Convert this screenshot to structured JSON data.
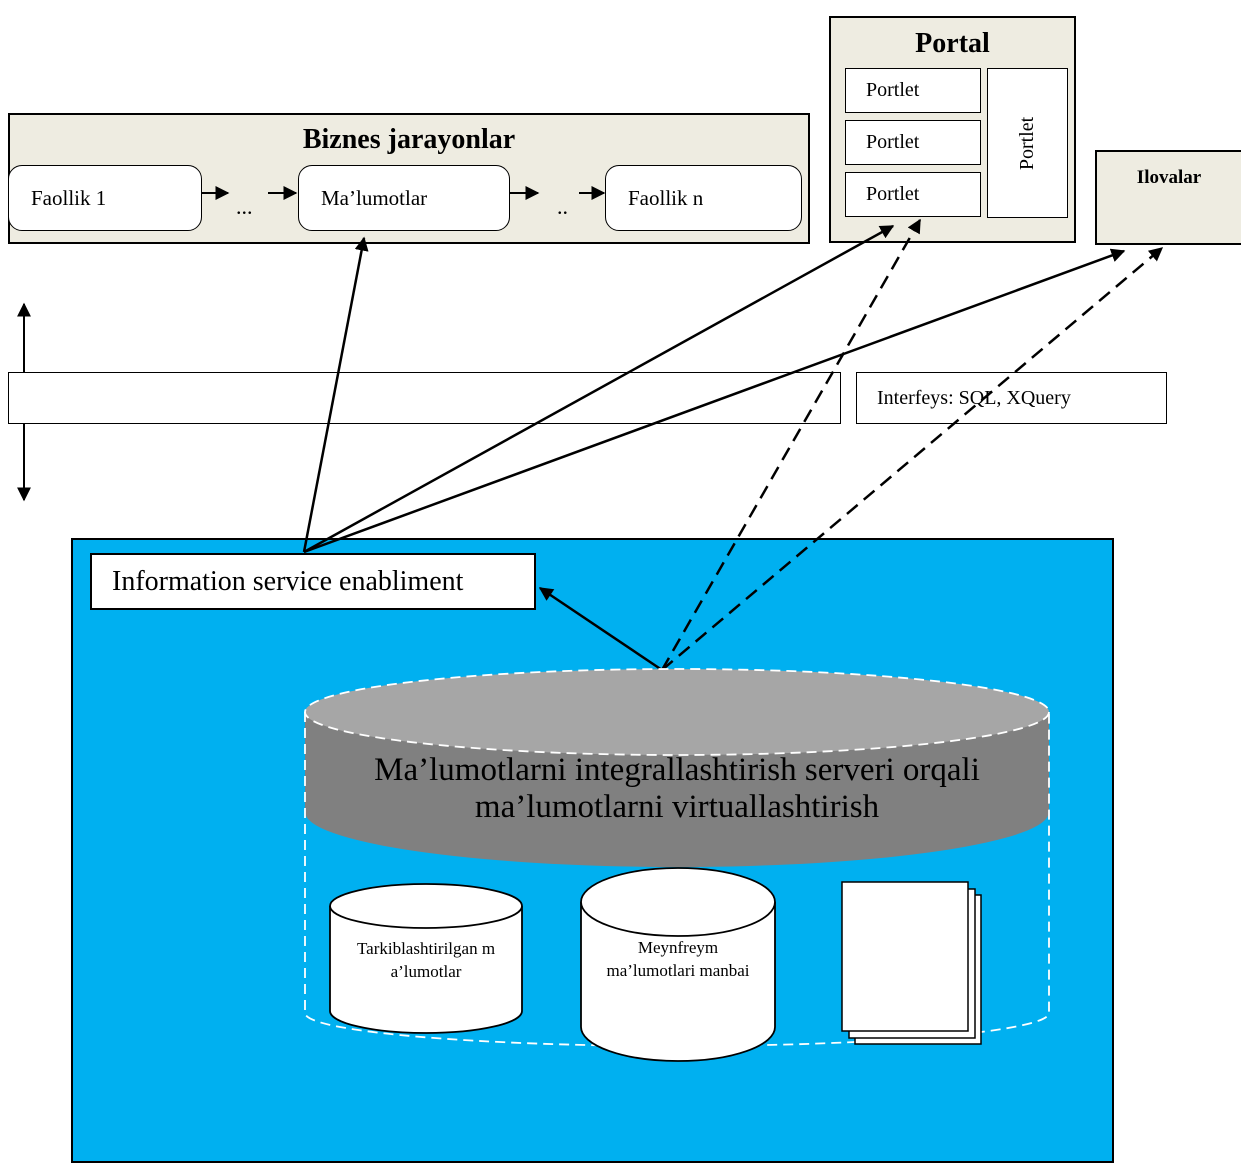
{
  "biznes": {
    "title": "Biznes jarayonlar",
    "activity_first": "Faollik 1",
    "dots_1": "...",
    "data_box": "Ma’lumotlar",
    "dots_2": "..",
    "activity_last": "Faollik  n"
  },
  "portal": {
    "title": "Portal",
    "portlets": [
      "Portlet",
      "Portlet",
      "Portlet"
    ],
    "side_portlet": "Portlet"
  },
  "ilovalar": "Ilovalar",
  "interface_label": "Interfeys: SQL, XQuery",
  "enablement": "Information service enabliment",
  "server": {
    "line1": "Ma’lumotlarni integrallashtirish serveri orqali",
    "line2": "ma’lumotlarni virtuallashtirish"
  },
  "sources": {
    "structured": "Tarkiblashtirilgan ma’lumotlar",
    "mainframe": "Meynfreym ma’lumotlari manbai"
  },
  "colors": {
    "beige": "#eeece1",
    "blue": "#00b0f0",
    "cylinder_top": "#a6a6a6",
    "cylinder_body": "#808080"
  }
}
